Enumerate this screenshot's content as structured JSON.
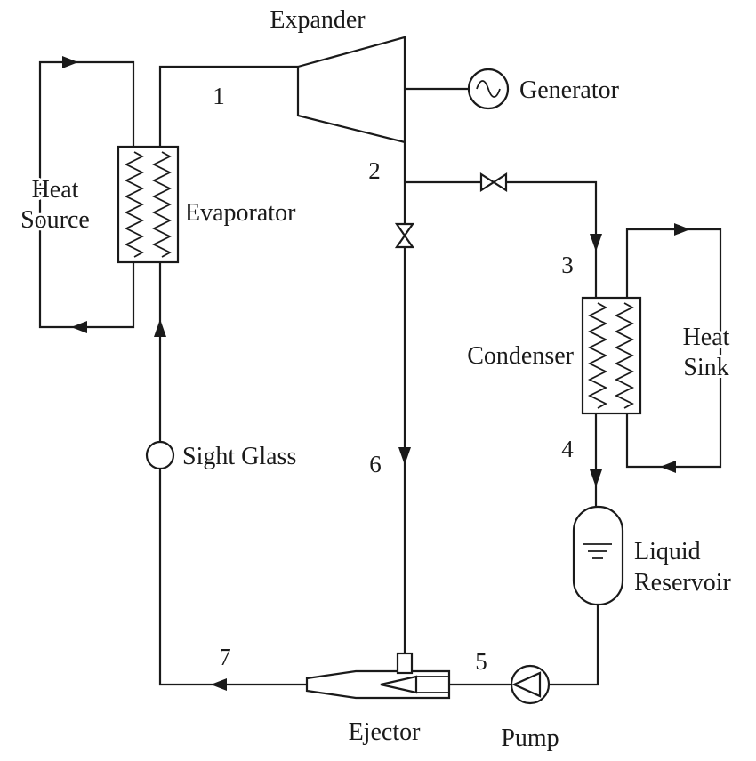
{
  "colors": {
    "line": "#1a1a1a",
    "background": "#ffffff"
  },
  "components": {
    "expander": {
      "label": "Expander"
    },
    "generator": {
      "label": "Generator"
    },
    "evaporator": {
      "label": "Evaporator"
    },
    "condenser": {
      "label": "Condenser"
    },
    "sight_glass": {
      "label": "Sight Glass"
    },
    "liquid_reservoir": {
      "label_line1": "Liquid",
      "label_line2": "Reservoir"
    },
    "pump": {
      "label": "Pump"
    },
    "ejector": {
      "label": "Ejector"
    },
    "heat_source": {
      "label_line1": "Heat",
      "label_line2": "Source"
    },
    "heat_sink": {
      "label_line1": "Heat",
      "label_line2": "Sink"
    }
  },
  "state_points": {
    "1": "1",
    "2": "2",
    "3": "3",
    "4": "4",
    "5": "5",
    "6": "6",
    "7": "7"
  }
}
